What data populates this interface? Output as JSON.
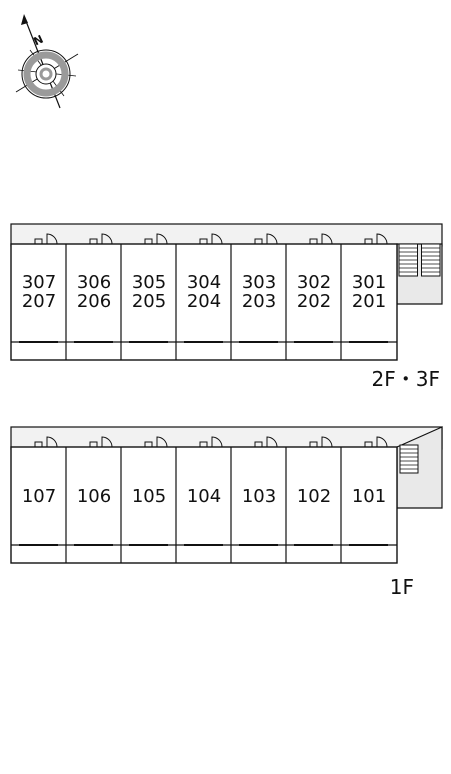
{
  "compass": {
    "north_letter": "N",
    "icon": "compass-rose-icon"
  },
  "upper_floors": {
    "label": "2F・3F",
    "units": [
      {
        "top": "307",
        "bottom": "207"
      },
      {
        "top": "306",
        "bottom": "206"
      },
      {
        "top": "305",
        "bottom": "205"
      },
      {
        "top": "304",
        "bottom": "204"
      },
      {
        "top": "303",
        "bottom": "203"
      },
      {
        "top": "302",
        "bottom": "202"
      },
      {
        "top": "301",
        "bottom": "201"
      }
    ]
  },
  "ground_floor": {
    "label": "1F",
    "units": [
      {
        "number": "107"
      },
      {
        "number": "106"
      },
      {
        "number": "105"
      },
      {
        "number": "104"
      },
      {
        "number": "103"
      },
      {
        "number": "102"
      },
      {
        "number": "101"
      }
    ]
  },
  "colors": {
    "line": "#111111",
    "corridor_fill": "#f2f2f2",
    "stair_landing_fill": "#e9e9e9",
    "compass_ring": "#9a9a9a"
  }
}
